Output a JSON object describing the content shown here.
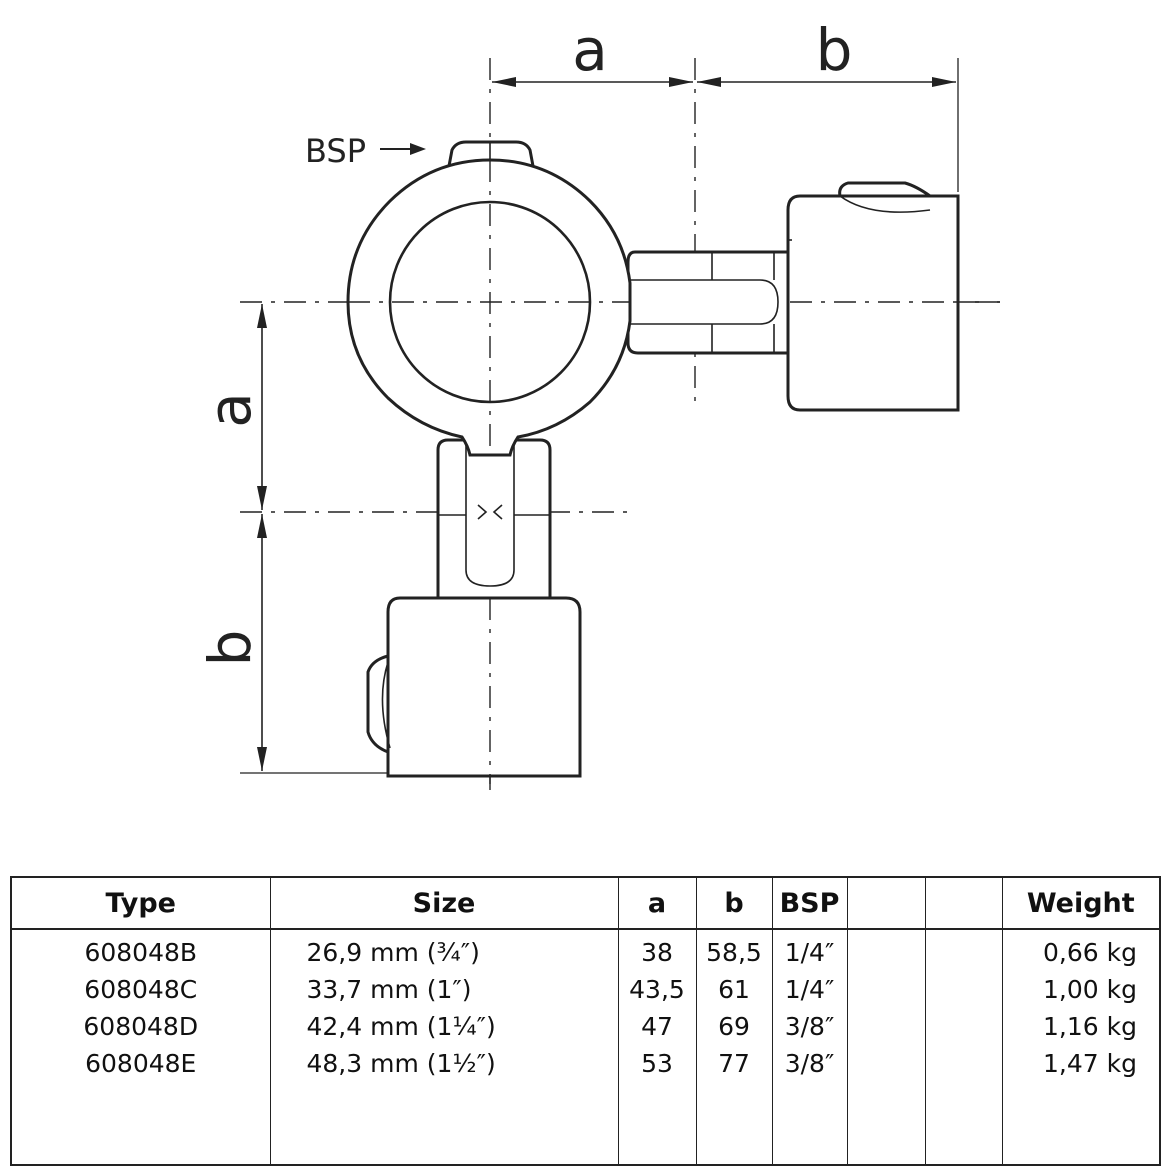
{
  "diagram": {
    "label_a_top": "a",
    "label_b_top": "b",
    "label_a_side": "a",
    "label_b_side": "b",
    "label_bsp": "BSP"
  },
  "table": {
    "headers": {
      "type": "Type",
      "size": "Size",
      "a": "a",
      "b": "b",
      "bsp": "BSP",
      "extra1": "",
      "extra2": "",
      "weight": "Weight"
    },
    "rows": [
      {
        "type": "608048B",
        "size": "26,9 mm (¾″)",
        "a": "38",
        "b": "58,5",
        "bsp": "1/4″",
        "weight": "0,66 kg"
      },
      {
        "type": "608048C",
        "size": "33,7 mm (1″)",
        "a": "43,5",
        "b": "61",
        "bsp": "1/4″",
        "weight": "1,00 kg"
      },
      {
        "type": "608048D",
        "size": "42,4 mm (1¼″)",
        "a": "47",
        "b": "69",
        "bsp": "3/8″",
        "weight": "1,16 kg"
      },
      {
        "type": "608048E",
        "size": "48,3 mm (1½″)",
        "a": "53",
        "b": "77",
        "bsp": "3/8″",
        "weight": "1,47 kg"
      }
    ]
  }
}
